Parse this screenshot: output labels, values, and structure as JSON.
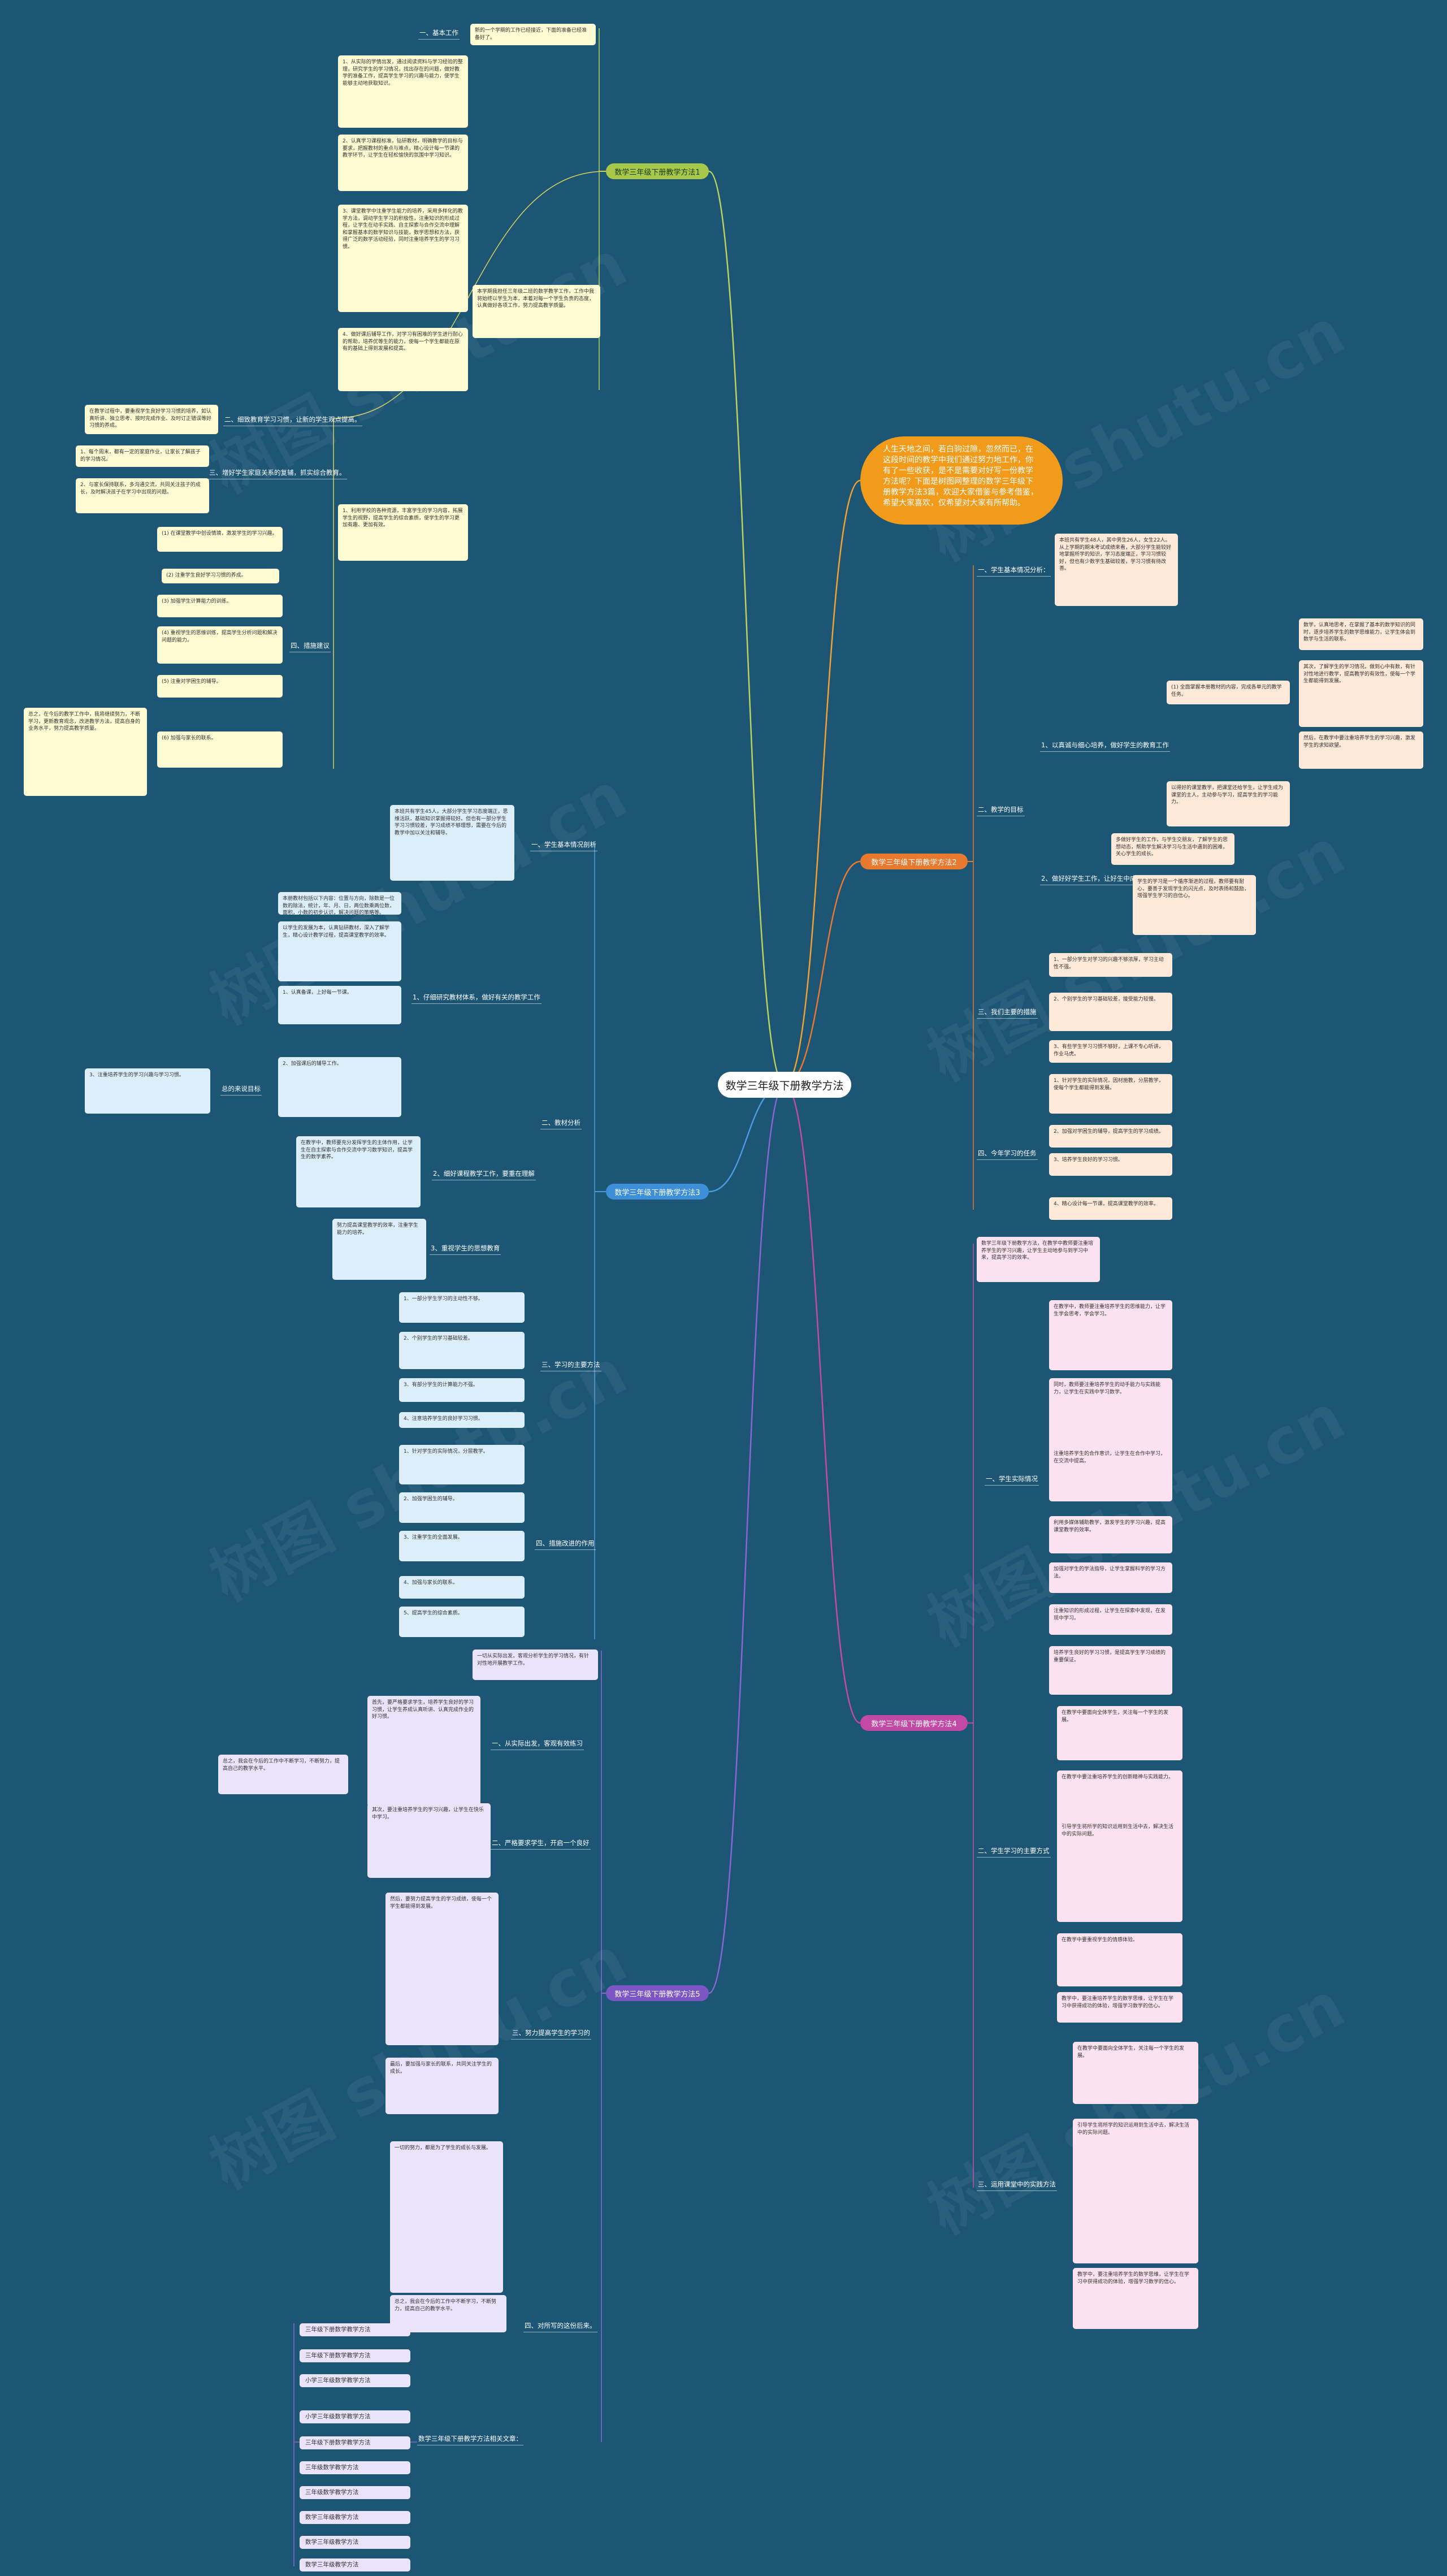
{
  "root": "数学三年级下册教学方法",
  "intro": "人生天地之间，若白驹过隙，忽然而已，在这段时间的教学中我们通过努力地工作，你有了一些收获，是不是需要对好写一份教学方法呢？下面是树图网整理的数学三年级下册教学方法3篇，欢迎大家借鉴与参考借鉴，希望大家喜欢，仅希望对大家有所帮助。",
  "branches": {
    "b1": "数学三年级下册教学方法1",
    "b2": "数学三年级下册教学方法2",
    "b3": "数学三年级下册教学方法3",
    "b4": "数学三年级下册教学方法4",
    "b5": "数学三年级下册教学方法5"
  },
  "labels": {
    "b1_basic": "一、基本工作",
    "b1_care": "二、细致教育学习习惯，让新的学生观点提高。",
    "b1_three": "三、增好学生家庭关系的复辅，抓实综合教育。",
    "b1_measures": "四、措施建议",
    "b2_current": "一、学生基本情况分析：",
    "b2_goal": "二、教学的目标",
    "b2_goal_1": "1、以真诚与细心培养，做好学生的教育工作",
    "b2_goal_2": "2、做好好学生工作，让好生中成长",
    "b2_measure": "三、我们主要的措施",
    "b2_plan": "四、今年学习的任务",
    "b3_basic": "一、学生基本情况剖析",
    "b3_goal_1": "1、仔细研究教材体系，做好有关的教学工作",
    "b3_analysis": "二、教材分析",
    "b3_goal_2": "2、细好课程教学工作，要重在理解",
    "b3_goal_3": "3、重视学生的思想教育",
    "b3_measure": "三、学习的主要方法",
    "b3_plan": "四、措施改进的作用",
    "b3_note": "总的来说目标",
    "b4_analysis": "一、学生实际情况",
    "b4_measure": "二、学生学习的主要方式",
    "b4_goal": "三、运用课堂中的实践方法",
    "b5_one": "一、从实际出发，客观有效练习",
    "b5_two": "二、严格要求学生，开启一个良好",
    "b5_three": "三、努力提高学生的学习的",
    "b5_four": "四、对所写的这份后来。",
    "b5_links": "数学三年级下册教学方法相关文章："
  },
  "links": [
    "三年级下册数学教学方法",
    "三年级下册数学教学方法",
    "小学三年级数学教学方法",
    "小学三年级数学教学方法",
    "三年级下册数学教学方法",
    "三年级数学教学方法",
    "三年级数学教学方法",
    "数学三年级教学方法",
    "数学三年级教学方法",
    "数学三年级教学方法"
  ],
  "cards": {
    "b1_a": "新的一个学期的工作已经接近，下面的准备已经准备好了。",
    "b1_b": "1、从实际的学情出发，通过阅读资料与学习经验的整理，研究学生的学习情况，找出存在的问题，做好教学的准备工作，提高学生学习的兴趣与能力，使学生能够主动地获取知识。",
    "b1_c": "2、认真学习课程标准，钻研教材，明确教学的目标与要求，把握教材的重点与难点，精心设计每一节课的教学环节，让学生在轻松愉快的氛围中学习知识。",
    "b1_d": "3、课堂教学中注重学生能力的培养，采用多样化的教学方法，调动学生学习的积极性，注重知识的形成过程，让学生在动手实践、自主探索与合作交流中理解和掌握基本的数学知识与技能，数学思想和方法，获得广泛的数学活动经验，同时注重培养学生的学习习惯。",
    "b1_e": "4、做好课后辅导工作，对学习有困难的学生进行耐心的帮助，培养优等生的能力，使每一个学生都能在原有的基础上得到发展和提高。",
    "b1_f": "本学期我担任三年级二班的数学教学工作，工作中我将始终以学生为本，本着对每一个学生负责的态度，认真做好各项工作，努力提高教学质量。",
    "b1_g": "在教学过程中，要重视学生良好学习习惯的培养，如认真听讲、独立思考、按时完成作业、及时订正错误等好习惯的养成。",
    "b1_h": "1、每个周末，都有一定的家庭作业，让家长了解孩子的学习情况。",
    "b1_i": "2、与家长保持联系，多沟通交流，共同关注孩子的成长，及时解决孩子在学习中出现的问题。",
    "b1_j": "1、利用学校的各种资源，丰富学生的学习内容，拓展学生的视野，提高学生的综合素质，使学生的学习更加有趣、更加有效。",
    "b1_k": "(1) 在课堂教学中创设情境，激发学生的学习兴趣。",
    "b1_l": "(2) 注重学生良好学习习惯的养成。",
    "b1_m": "(3) 加强学生计算能力的训练。",
    "b1_n": "(4) 重视学生的思维训练，提高学生分析问题和解决问题的能力。",
    "b1_o": "(5) 注重对学困生的辅导。",
    "b1_p": "(6) 加强与家长的联系。",
    "b1_q": "总之，在今后的教学工作中，我将继续努力，不断学习，更新教育观念，改进教学方法，提高自身的业务水平，努力提高教学质量。",
    "b2_a": "本班共有学生48人，其中男生26人，女生22人。从上学期的期末考试成绩来看，大部分学生能较好地掌握所学的知识，学习态度端正，学习习惯较好，但也有少数学生基础较差，学习习惯有待改善。",
    "b2_b": "(1) 全面掌握本册教材的内容，完成各单元的教学任务。",
    "b2_c": "数学，认真地思考，在掌握了基本的数学知识的同时，逐步培养学生的数学思维能力，让学生体会到数学与生活的联系。",
    "b2_d": "其次，了解学生的学习情况，做到心中有数，有针对性地进行教学，提高教学的有效性，使每一个学生都能得到发展。",
    "b2_e": "然后，在教学中要注重培养学生的学习兴趣，激发学生的求知欲望。",
    "b2_f": "以得好的课堂教学，把课堂还给学生，让学生成为课堂的主人，主动参与学习，提高学生的学习能力。",
    "b2_g": "多做好学生的工作，与学生交朋友，了解学生的思想动态，帮助学生解决学习与生活中遇到的困难，关心学生的成长。",
    "b2_h": "学生的学习是一个循序渐进的过程，教师要有耐心，要善于发现学生的闪光点，及时表扬和鼓励，增强学生学习的自信心。",
    "b2_i": "1、一部分学生对学习的兴趣不够浓厚，学习主动性不强。",
    "b2_j": "2、个别学生的学习基础较差，接受能力较慢。",
    "b2_k": "3、有些学生学习习惯不够好，上课不专心听讲，作业马虎。",
    "b2_l": "1、针对学生的实际情况，因材施教，分层教学，使每个学生都能得到发展。",
    "b2_m": "2、加强对学困生的辅导，提高学生的学习成绩。",
    "b2_n": "3、培养学生良好的学习习惯。",
    "b2_o": "4、精心设计每一节课，提高课堂教学的效率。",
    "b3_a": "本班共有学生45人，大部分学生学习态度端正，思维活跃，基础知识掌握得较好。但也有一部分学生学习习惯较差，学习成绩不够理想，需要在今后的教学中加以关注和辅导。",
    "b3_b": "本册教材包括以下内容：位置与方向，除数是一位数的除法，统计，年、月、日，两位数乘两位数，面积，小数的初步认识，解决问题的策略等。",
    "b3_c": "以学生的发展为本，认真钻研教材，深入了解学生，精心设计教学过程，提高课堂教学的效率。",
    "b3_d": "1、认真备课，上好每一节课。",
    "b3_e": "2、加强课后的辅导工作。",
    "b3_f": "3、注重培养学生的学习兴趣与学习习惯。",
    "b3_g": "在教学中，教师要充分发挥学生的主体作用，让学生在自主探索与合作交流中学习数学知识，提高学生的数学素养。",
    "b3_h": "努力提高课堂教学的效率，注重学生能力的培养。",
    "b3_i": "1、一部分学生学习的主动性不够。",
    "b3_j": "2、个别学生的学习基础较差。",
    "b3_k": "3、有部分学生的计算能力不强。",
    "b3_l": "4、注意培养学生的良好学习习惯。",
    "b3_m": "1、针对学生的实际情况，分层教学。",
    "b3_n": "2、加强学困生的辅导。",
    "b3_o": "3、注重学生的全面发展。",
    "b3_p": "4、加强与家长的联系。",
    "b3_q": "5、提高学生的综合素质。",
    "b4_a": "数学三年级下册教学方法，在教学中教师要注重培养学生的学习兴趣，让学生主动地参与到学习中来，提高学习的效率。",
    "b4_b": "在教学中，教师要注重培养学生的思维能力，让学生学会思考，学会学习。",
    "b4_c": "同时，教师要注重培养学生的动手能力与实践能力，让学生在实践中学习数学。",
    "b4_d": "注重培养学生的合作意识，让学生在合作中学习，在交流中提高。",
    "b4_e": "利用多媒体辅助教学，激发学生的学习兴趣，提高课堂教学的效率。",
    "b4_f": "加强对学生的学法指导，让学生掌握科学的学习方法。",
    "b4_g": "注重知识的形成过程，让学生在探索中发现，在发现中学习。",
    "b4_h": "培养学生良好的学习习惯，是提高学生学习成绩的重要保证。",
    "b4_i": "在教学中要面向全体学生，关注每一个学生的发展。",
    "b4_j": "在教学中要注重培养学生的创新精神与实践能力。",
    "b4_k": "引导学生将所学的知识运用到生活中去，解决生活中的实际问题。",
    "b4_l": "在教学中要重视学生的情感体验。",
    "b4_m": "教学中，要注重培养学生的数学思维，让学生在学习中获得成功的体验，增强学习数学的信心。",
    "b5_a": "一切从实际出发，客观分析学生的学习情况，有针对性地开展教学工作。",
    "b5_b": "首先，要严格要求学生，培养学生良好的学习习惯，让学生养成认真听讲、认真完成作业的好习惯。",
    "b5_c": "其次，要注重培养学生的学习兴趣，让学生在快乐中学习。",
    "b5_d": "然后，要努力提高学生的学习成绩，使每一个学生都能得到发展。",
    "b5_e": "最后，要加强与家长的联系，共同关注学生的成长。",
    "b5_f": "总之，我会在今后的工作中不断学习，不断努力，提高自己的教学水平。",
    "b5_g": "一切的努力，都是为了学生的成长与发展。"
  },
  "watermark": "树图 shutu.cn"
}
